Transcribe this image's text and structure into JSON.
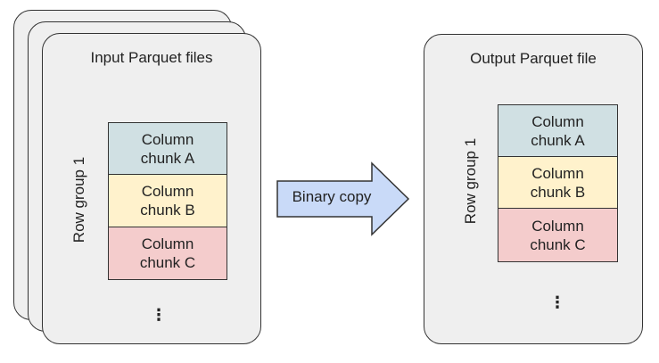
{
  "input": {
    "title": "Input Parquet files",
    "row_group_label": "Row group 1",
    "chunks": [
      {
        "line1": "Column",
        "line2": "chunk A"
      },
      {
        "line1": "Column",
        "line2": "chunk B"
      },
      {
        "line1": "Column",
        "line2": "chunk C"
      }
    ],
    "more": "⋮"
  },
  "arrow": {
    "label": "Binary copy"
  },
  "output": {
    "title": "Output Parquet file",
    "row_group_label": "Row group 1",
    "chunks": [
      {
        "line1": "Column",
        "line2": "chunk A"
      },
      {
        "line1": "Column",
        "line2": "chunk B"
      },
      {
        "line1": "Column",
        "line2": "chunk C"
      }
    ],
    "more": "⋮"
  },
  "colors": {
    "card_bg": "#efefef",
    "chunk_a": "#d0e0e3",
    "chunk_b": "#fff2cc",
    "chunk_c": "#f4cccc",
    "arrow_fill": "#c9daf8"
  }
}
